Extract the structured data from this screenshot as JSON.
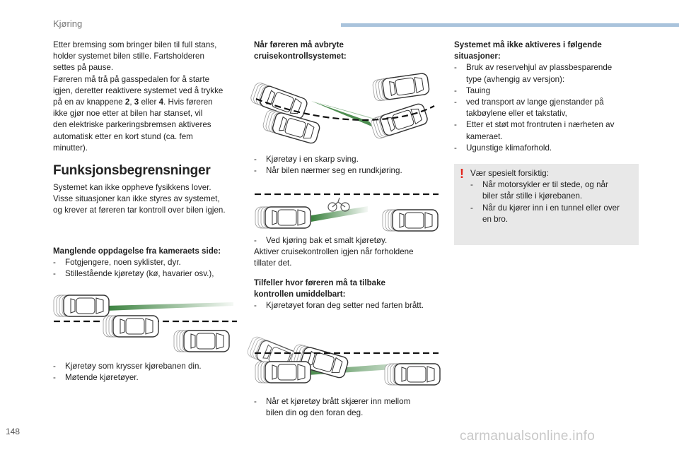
{
  "header": {
    "section": "Kjøring"
  },
  "footer": {
    "page_number": "148",
    "watermark": "carmanualsonline.info"
  },
  "col1": {
    "intro_lines": [
      "Etter bremsing som bringer bilen til full stans,",
      "holder systemet bilen stille. Fartsholderen",
      "settes på pause.",
      "Føreren må trå på gasspedalen for å starte",
      "igjen, deretter reaktivere systemet ved å trykke",
      "ikke gjør noe etter at bilen har stanset, vil",
      "den elektriske parkeringsbremsen aktiveres",
      "automatisk etter en kort stund (ca. fem",
      "minutter)."
    ],
    "buttons_line": {
      "pre": "på en av knappene ",
      "b1": "2",
      "sep1": ", ",
      "b2": "3",
      "sep2": " eller ",
      "b3": "4",
      "post": ". Hvis føreren"
    },
    "heading": "Funksjonsbegrensninger",
    "heading_text_lines": [
      "Systemet kan ikke oppheve fysikkens lover.",
      "Visse situasjoner kan ikke styres av systemet,",
      "og krever at føreren tar kontroll over bilen igjen."
    ],
    "camera_title": "Manglende oppdagelse fra kameraets side:",
    "camera_items": [
      "Fotgjengere, noen syklister, dyr.",
      "Stillestående kjøretøy (kø, havarier osv.),"
    ],
    "crossing_items": [
      "Kjøretøy som krysser kjørebanen din.",
      "Møtende kjøretøyer."
    ]
  },
  "col2": {
    "interrupt_title_lines": [
      "Når føreren må avbryte",
      "cruisekontrollsystemet:"
    ],
    "interrupt_items": [
      "Kjøretøy i en skarp sving.",
      "Når bilen nærmer seg en rundkjøring."
    ],
    "behind_items": [
      "Ved kjøring bak et smalt kjøretøy."
    ],
    "behind_note_lines": [
      "Aktiver cruisekontrollen igjen når forholdene",
      "tillater det."
    ],
    "takeover_title_lines": [
      "Tilfeller hvor føreren må ta tilbake",
      "kontrollen umiddelbart:"
    ],
    "takeover_items": [
      "Kjøretøyet foran deg setter ned farten brått."
    ],
    "cutin_items": [
      [
        "Når et kjøretøy brått skjærer inn mellom",
        "bilen din og den foran deg."
      ]
    ]
  },
  "col3": {
    "notactive_title_lines": [
      "Systemet må ikke aktiveres i følgende",
      "situasjoner:"
    ],
    "notactive_items": [
      [
        "Bruk av reservehjul av plassbesparende",
        "type (avhengig av versjon):"
      ],
      [
        "Tauing"
      ],
      [
        "ved transport av lange gjenstander på",
        "takbøylene eller et takstativ,"
      ],
      [
        "Etter et støt mot frontruten i nærheten av",
        "kameraet."
      ],
      [
        "Ugunstige klimaforhold."
      ]
    ],
    "warning": {
      "icon": "!",
      "intro": "Vær spesielt forsiktig:",
      "items": [
        [
          "Når motorsykler er til stede, og når",
          "biler står stille i kjørebanen."
        ],
        [
          "Når du kjører inn i en tunnel eller over",
          "en bro."
        ]
      ]
    }
  },
  "colors": {
    "beam_green": "#2f7a33",
    "header_bar": "#a9c3dc",
    "warning_red": "#e2231a",
    "warning_bg": "#e8e8e8"
  }
}
